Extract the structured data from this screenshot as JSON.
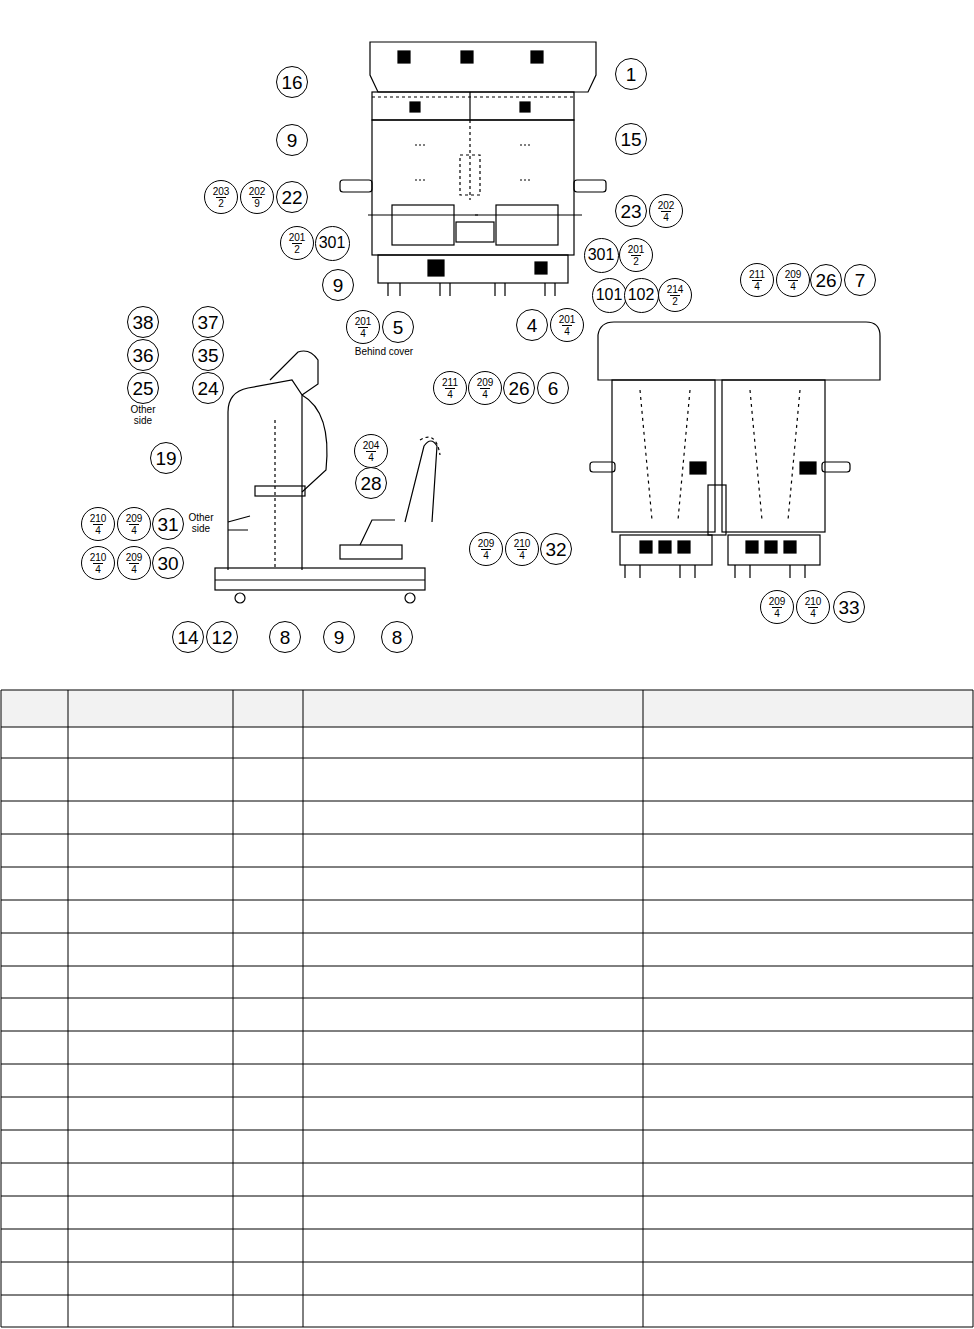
{
  "diagram": {
    "nodes": [
      {
        "text": [
          "16"
        ]
      },
      {
        "text": [
          "1"
        ]
      },
      {
        "text": [
          "9"
        ]
      },
      {
        "text": [
          "15"
        ]
      },
      {
        "text": [
          "203",
          "2"
        ]
      },
      {
        "text": [
          "202",
          "9"
        ]
      },
      {
        "text": [
          "22"
        ]
      },
      {
        "text": [
          "23"
        ]
      },
      {
        "text": [
          "202",
          "4"
        ]
      },
      {
        "text": [
          "201",
          "2"
        ]
      },
      {
        "text": [
          "301"
        ]
      },
      {
        "text": [
          "301"
        ]
      },
      {
        "text": [
          "201",
          "2"
        ]
      },
      {
        "text": [
          "9"
        ]
      },
      {
        "text": [
          "101"
        ]
      },
      {
        "text": [
          "102"
        ]
      },
      {
        "text": [
          "214",
          "2"
        ]
      },
      {
        "text": [
          "211",
          "4"
        ]
      },
      {
        "text": [
          "209",
          "4"
        ]
      },
      {
        "text": [
          "26"
        ]
      },
      {
        "text": [
          "7"
        ]
      },
      {
        "text": [
          "38"
        ]
      },
      {
        "text": [
          "37"
        ]
      },
      {
        "text": [
          "201",
          "4"
        ]
      },
      {
        "text": [
          "5"
        ]
      },
      {
        "text": [
          "4"
        ]
      },
      {
        "text": [
          "201",
          "4"
        ]
      },
      {
        "text": [
          "36"
        ]
      },
      {
        "text": [
          "35"
        ]
      },
      {
        "text": [
          "25"
        ]
      },
      {
        "text": [
          "24"
        ]
      },
      {
        "text": [
          "211",
          "4"
        ]
      },
      {
        "text": [
          "209",
          "4"
        ]
      },
      {
        "text": [
          "26"
        ]
      },
      {
        "text": [
          "6"
        ]
      },
      {
        "text": [
          "19"
        ]
      },
      {
        "text": [
          "204",
          "4"
        ]
      },
      {
        "text": [
          "28"
        ]
      },
      {
        "text": [
          "210",
          "4"
        ]
      },
      {
        "text": [
          "209",
          "4"
        ]
      },
      {
        "text": [
          "31"
        ]
      },
      {
        "text": [
          "209",
          "4"
        ]
      },
      {
        "text": [
          "210",
          "4"
        ]
      },
      {
        "text": [
          "32"
        ]
      },
      {
        "text": [
          "210",
          "4"
        ]
      },
      {
        "text": [
          "209",
          "4"
        ]
      },
      {
        "text": [
          "30"
        ]
      },
      {
        "text": [
          "209",
          "4"
        ]
      },
      {
        "text": [
          "210",
          "4"
        ]
      },
      {
        "text": [
          "33"
        ]
      },
      {
        "text": [
          "14"
        ]
      },
      {
        "text": [
          "12"
        ]
      },
      {
        "text": [
          "8"
        ]
      },
      {
        "text": [
          "9"
        ]
      },
      {
        "text": [
          "8"
        ]
      }
    ],
    "labels": [
      "Behind cover",
      "Other side",
      "Other side"
    ]
  }
}
